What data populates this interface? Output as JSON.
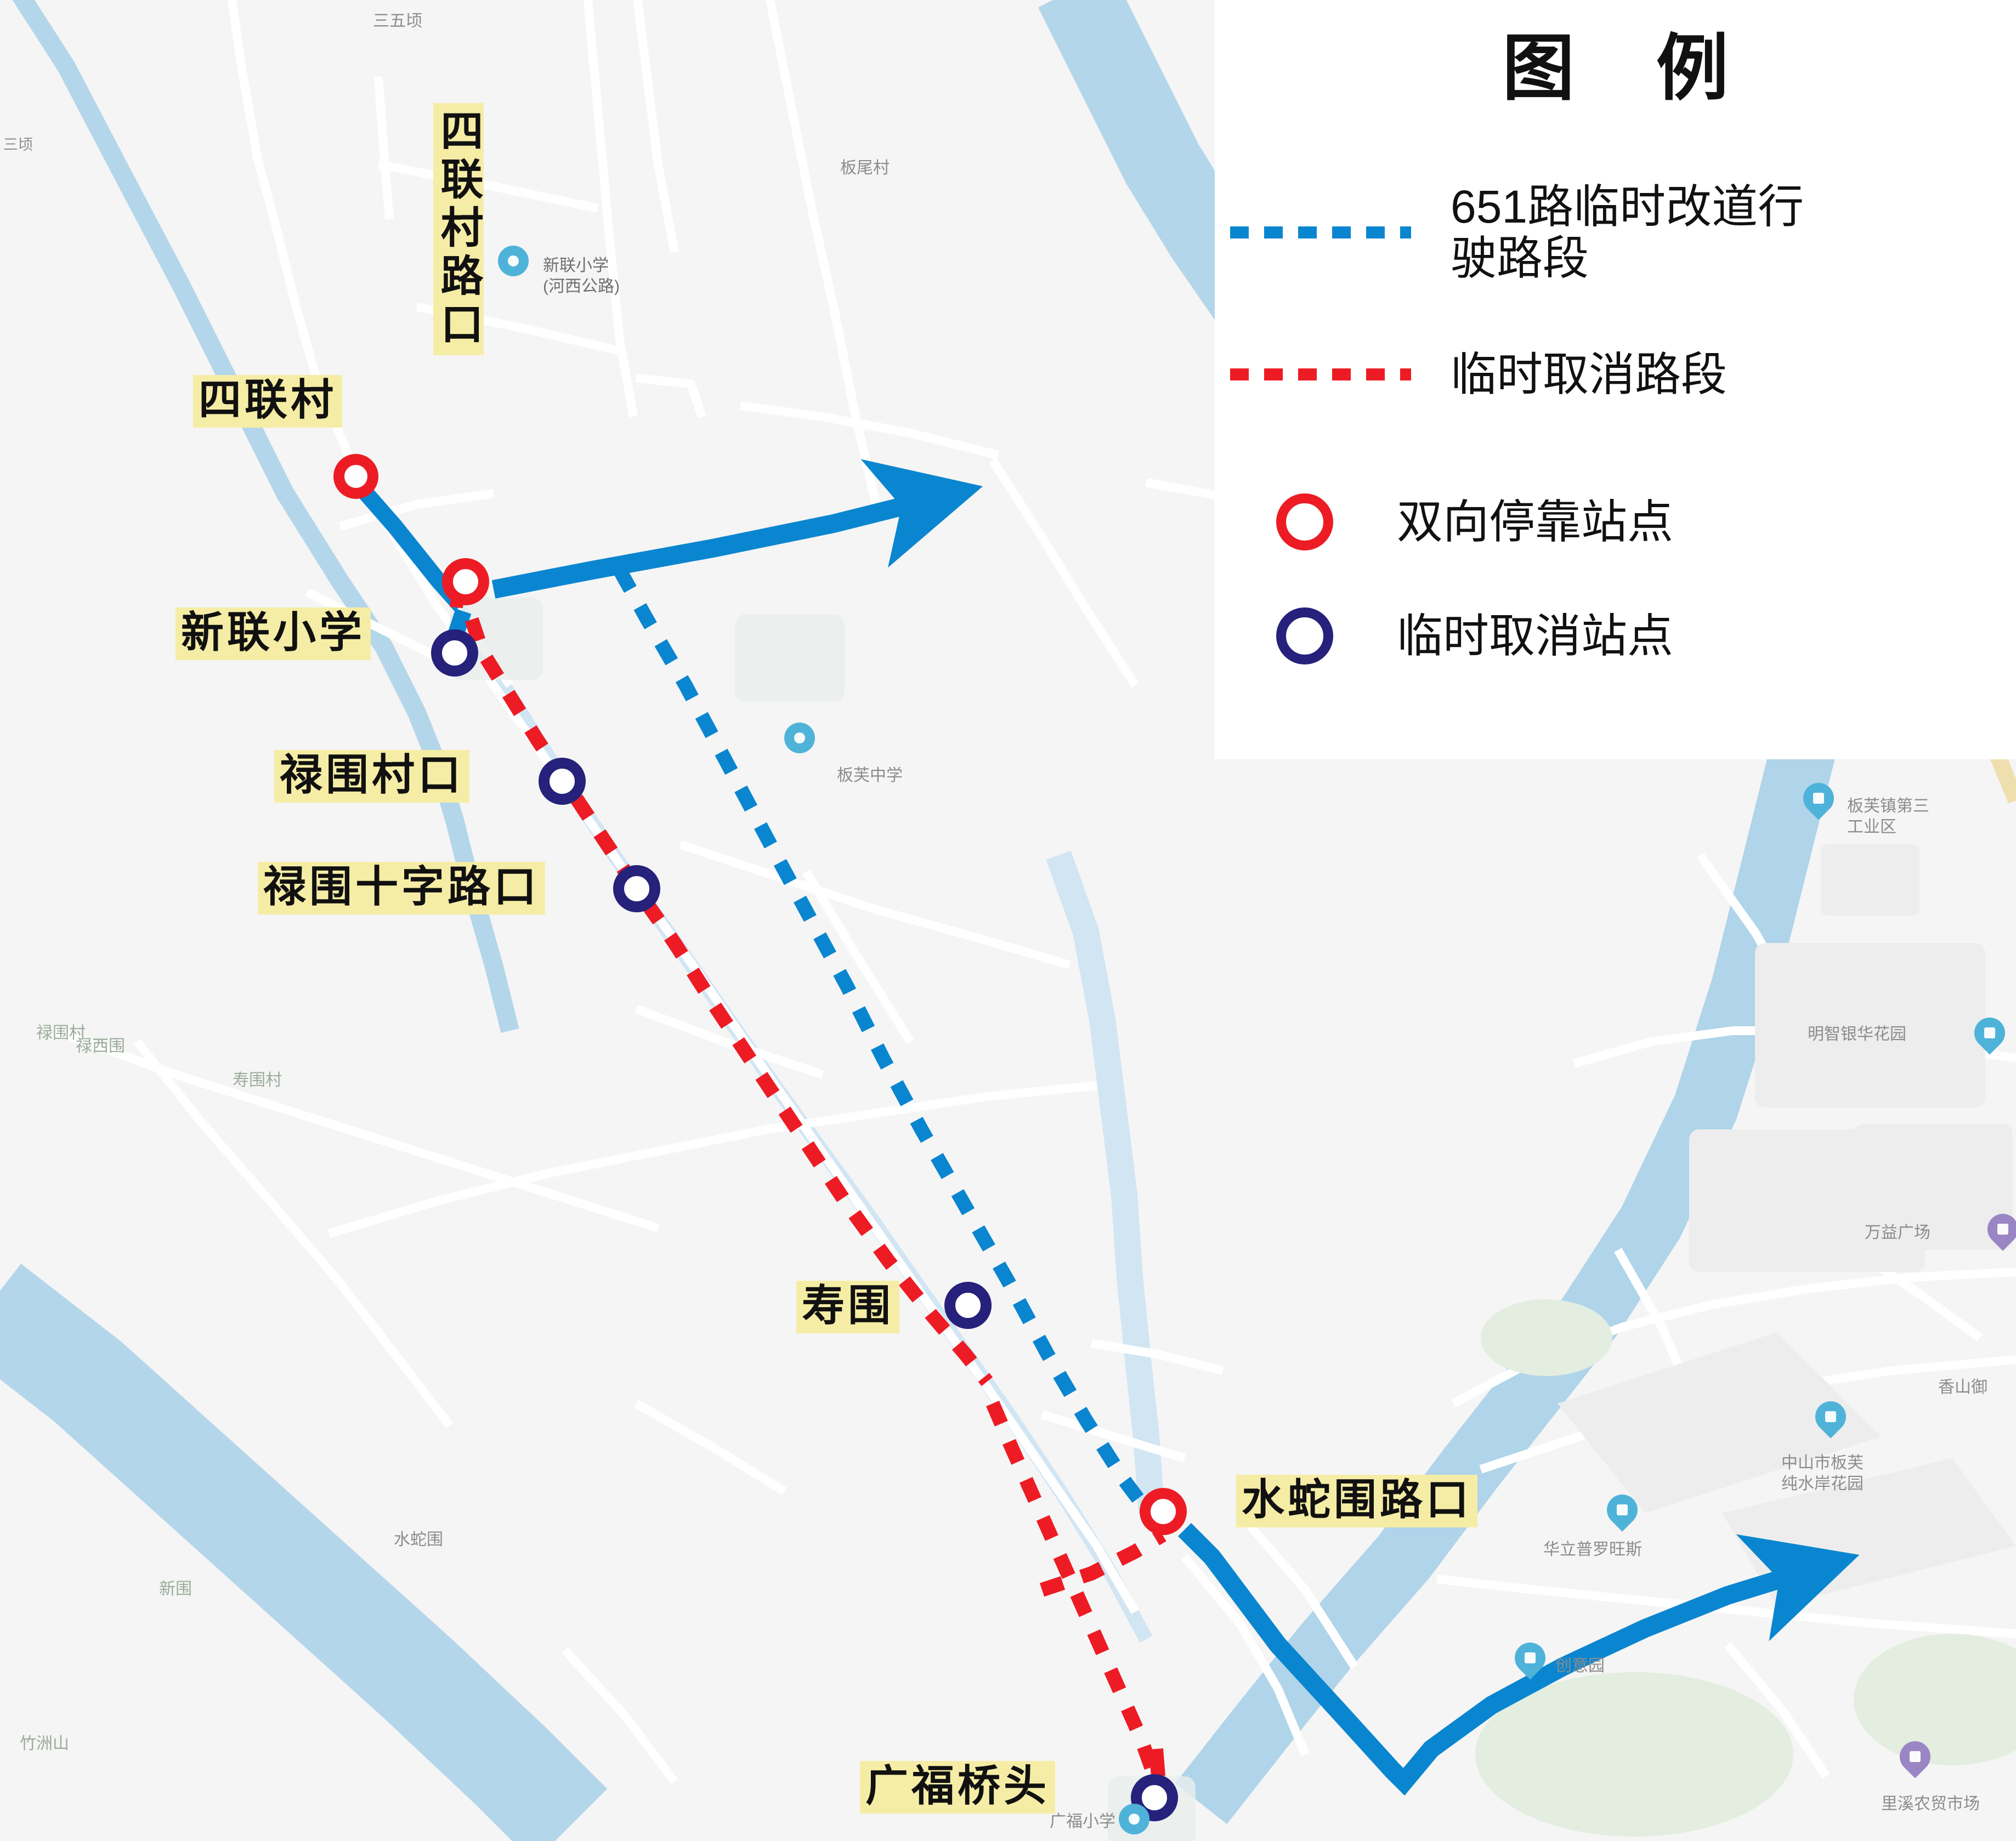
{
  "legend": {
    "title": "图  例",
    "items": [
      {
        "symbol": "blue-dashed-line",
        "label": "651路临时改道行\n驶路段"
      },
      {
        "symbol": "red-dashed-line",
        "label": "临时取消路段"
      },
      {
        "symbol": "red-ring",
        "label": "双向停靠站点"
      },
      {
        "symbol": "navy-ring",
        "label": "临时取消站点"
      }
    ]
  },
  "colors": {
    "detour_blue": "#0A86D0",
    "cancelled_red": "#ED1C24",
    "bidir_stop_ring": "#ED1C24",
    "cancelled_stop_ring": "#26217A",
    "label_highlight": "#F5EDA5",
    "water": "#A8D0E8",
    "map_background": "#F5F5F5"
  },
  "stations": [
    {
      "name": "四联村",
      "type": "bidir",
      "orientation": "horizontal"
    },
    {
      "name": "四联村路口",
      "type": "bidir",
      "orientation": "vertical"
    },
    {
      "name": "新联小学",
      "type": "cancelled",
      "orientation": "horizontal"
    },
    {
      "name": "禄围村口",
      "type": "cancelled",
      "orientation": "horizontal"
    },
    {
      "name": "禄围十字路口",
      "type": "cancelled",
      "orientation": "horizontal"
    },
    {
      "name": "寿围",
      "type": "cancelled",
      "orientation": "horizontal"
    },
    {
      "name": "水蛇围路口",
      "type": "bidir",
      "orientation": "horizontal"
    },
    {
      "name": "广福桥头",
      "type": "cancelled",
      "orientation": "horizontal"
    }
  ],
  "map_places": [
    {
      "name": "三顷"
    },
    {
      "name": "三五顷"
    },
    {
      "name": "板尾村"
    },
    {
      "name": "新联小学\n(河西公路)"
    },
    {
      "name": "板芙中学"
    },
    {
      "name": "禄围村"
    },
    {
      "name": "禄西围"
    },
    {
      "name": "寿围村"
    },
    {
      "name": "新围"
    },
    {
      "name": "水蛇围"
    },
    {
      "name": "竹洲山"
    },
    {
      "name": "广福小学"
    },
    {
      "name": "板芙镇第三\n工业区"
    },
    {
      "name": "明智银华花园"
    },
    {
      "name": "万益广场"
    },
    {
      "name": "香山御"
    },
    {
      "name": "中山市板芙\n纯水岸花园"
    },
    {
      "name": "华立普罗旺斯"
    },
    {
      "name": "创意园"
    },
    {
      "name": "里溪农贸市场"
    }
  ]
}
